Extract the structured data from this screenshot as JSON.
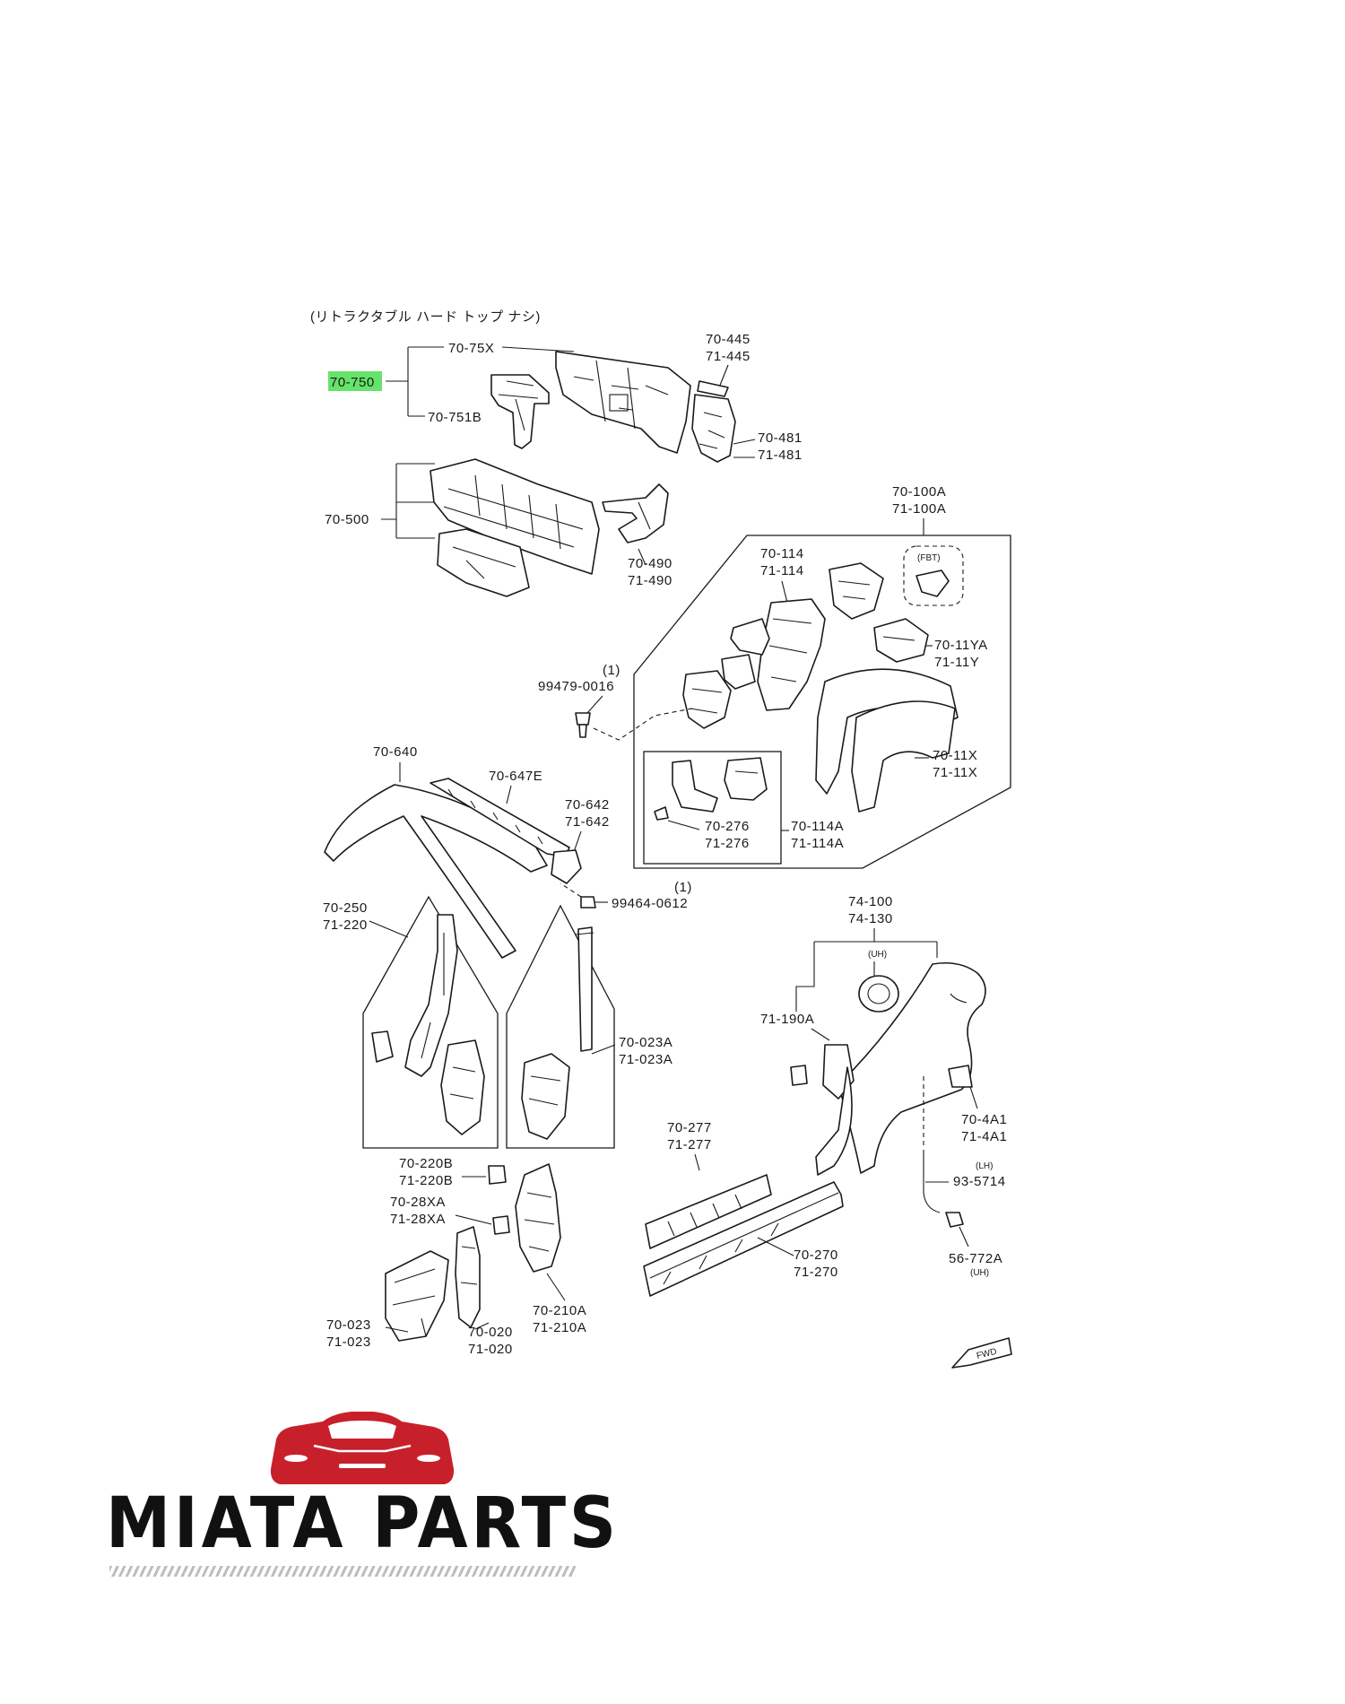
{
  "diagram": {
    "header_note": "(リトラクタブル ハード トップ ナシ)",
    "highlight_color": "#66e36a",
    "labels": {
      "p70_750": "70-750",
      "p70_75x": "70-75X",
      "p70_751b": "70-751B",
      "p70_445": "70-445",
      "p71_445": "71-445",
      "p70_481": "70-481",
      "p71_481": "71-481",
      "p70_500": "70-500",
      "p70_490": "70-490",
      "p71_490": "71-490",
      "p70_100a": "70-100A",
      "p71_100a": "71-100A",
      "fbt": "(FBT)",
      "p70_114": "70-114",
      "p71_114": "71-114",
      "p70_11ya": "70-11YA",
      "p71_11y": "71-11Y",
      "p99479_qty": "(1)",
      "p99479": "99479-0016",
      "p70_11x": "70-11X",
      "p71_11x": "71-11X",
      "p70_640": "70-640",
      "p70_647e": "70-647E",
      "p70_642": "70-642",
      "p71_642": "71-642",
      "p70_276": "70-276",
      "p71_276": "71-276",
      "p70_114a": "70-114A",
      "p71_114a": "71-114A",
      "p99464_qty": "(1)",
      "p99464": "99464-0612",
      "p70_250": "70-250",
      "p71_220": "71-220",
      "p74_100": "74-100",
      "p74_130": "74-130",
      "uh1": "(UH)",
      "p71_190a": "71-190A",
      "p70_023a": "70-023A",
      "p71_023a": "71-023A",
      "p70_4a1": "70-4A1",
      "p71_4a1": "71-4A1",
      "p70_277": "70-277",
      "p71_277": "71-277",
      "uh2": "(LH)",
      "p93_5714": "93-5714",
      "p70_220b": "70-220B",
      "p71_220b": "71-220B",
      "p70_28xa": "70-28XA",
      "p71_28xa": "71-28XA",
      "p70_270": "70-270",
      "p71_270": "71-270",
      "p56_772a": "56-772A",
      "uh3": "(UH)",
      "p70_210a": "70-210A",
      "p71_210a": "71-210A",
      "p70_023": "70-023",
      "p71_023": "71-023",
      "p70_020": "70-020",
      "p71_020": "71-020",
      "fwd": "FWD"
    }
  },
  "brand": {
    "name": "MIATA PARTS",
    "logo_color": "#c8202b",
    "logo_icon": "car-front-icon"
  }
}
